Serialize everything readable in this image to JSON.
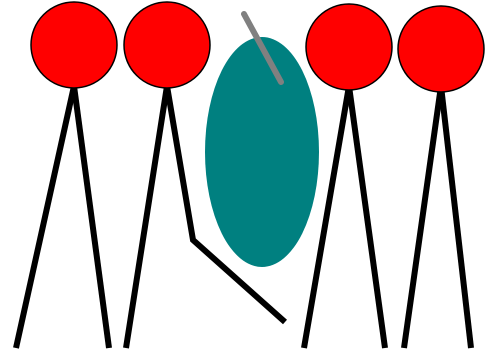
{
  "diagram": {
    "background": "#ffffff",
    "head_color": "#ff0000",
    "leg_color": "#000000",
    "outline_color": "#000000",
    "protein_color": "#008080",
    "tail_color": "#808080",
    "elements": [
      {
        "name": "lipid-molecule-1",
        "kind": "phospholipid"
      },
      {
        "name": "lipid-molecule-2",
        "kind": "phospholipid-bent-tail"
      },
      {
        "name": "membrane-protein",
        "kind": "ellipse-protein"
      },
      {
        "name": "lipid-molecule-3",
        "kind": "phospholipid"
      },
      {
        "name": "lipid-molecule-4",
        "kind": "phospholipid"
      }
    ]
  }
}
